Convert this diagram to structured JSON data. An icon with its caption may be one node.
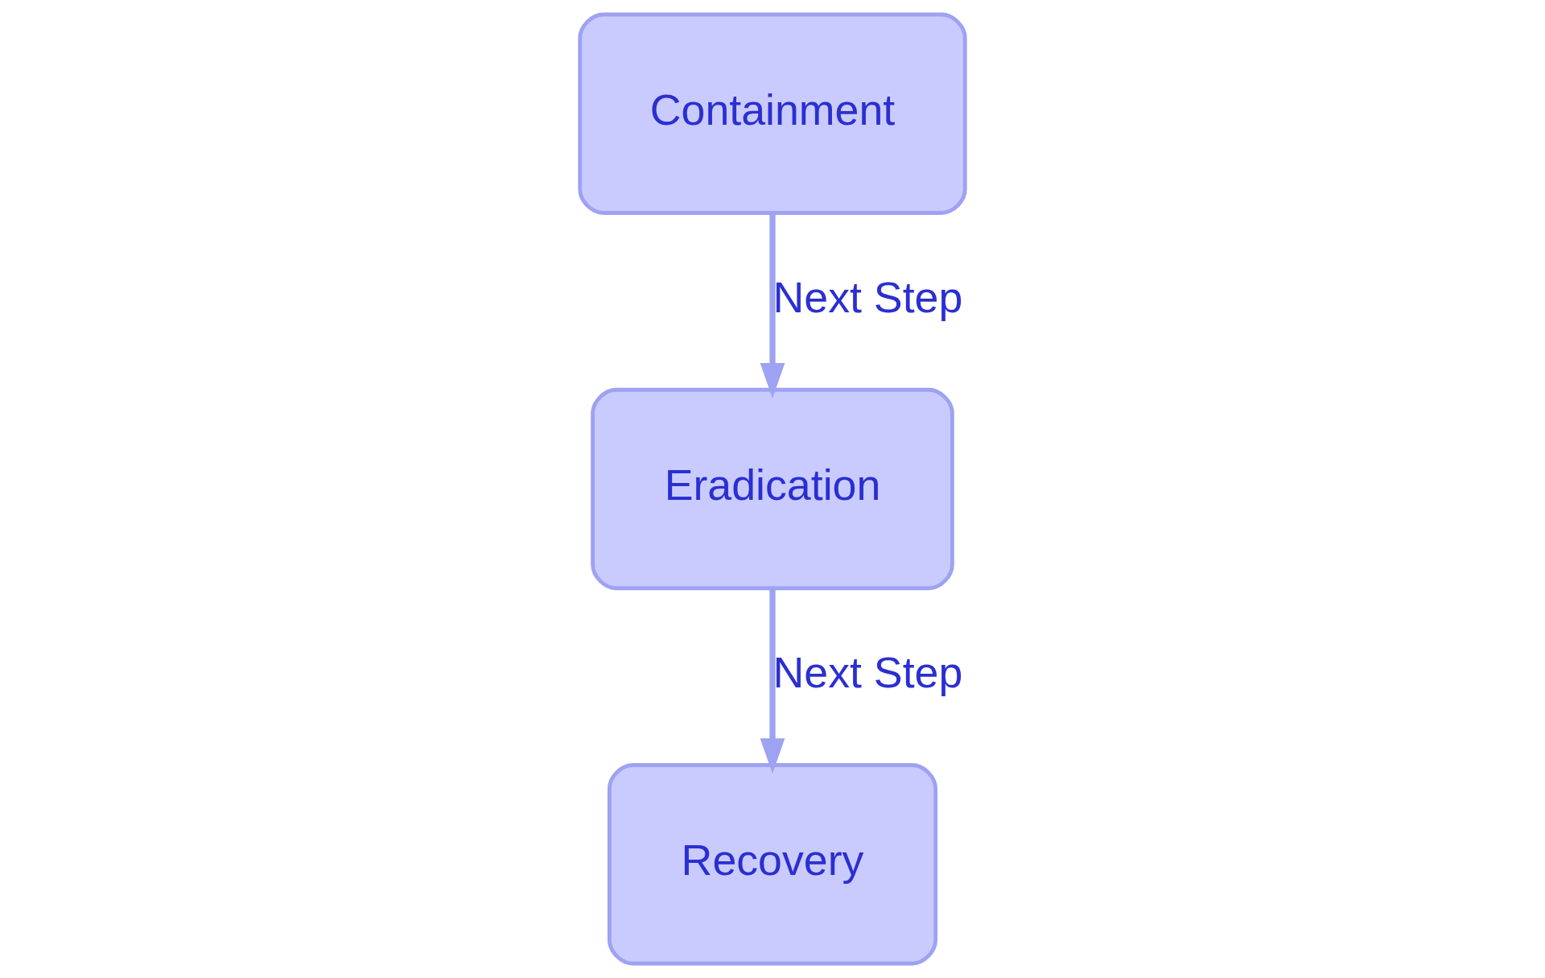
{
  "diagram": {
    "nodes": [
      {
        "text": [
          "Containment"
        ]
      },
      {
        "text": [
          "Eradication"
        ]
      },
      {
        "text": [
          "Recovery"
        ]
      }
    ],
    "edges": [
      {
        "from": 0,
        "to": 1,
        "arrow": "to",
        "label": "Next Step"
      },
      {
        "from": 1,
        "to": 2,
        "arrow": "to",
        "label": "Next Step"
      }
    ]
  }
}
